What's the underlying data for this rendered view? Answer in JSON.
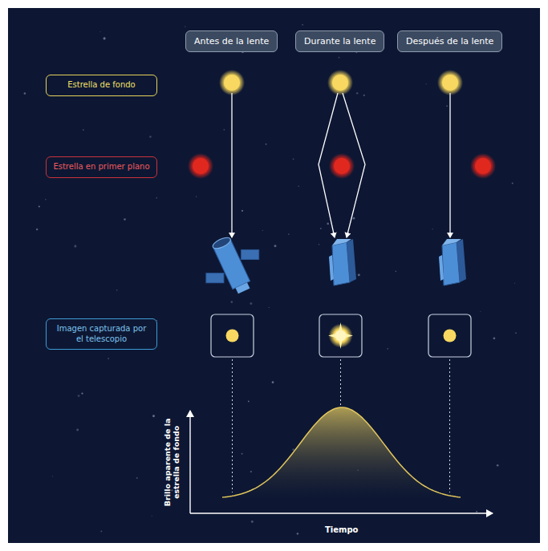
{
  "diagram": {
    "nodes": [
      {
        "text": [
          "Antes de la lente"
        ]
      },
      {
        "text": [
          "Durante la lente"
        ]
      },
      {
        "text": [
          "Después de la lente"
        ]
      },
      {
        "text": [
          "Estrella de fondo"
        ]
      },
      {
        "text": [
          "Estrella en primer plano"
        ]
      },
      {
        "text": [
          "Imagen capturada por el telescopio"
        ]
      }
    ],
    "labels": [
      "Brillo aparente de la estrella de fondo",
      "Tiempo"
    ]
  }
}
